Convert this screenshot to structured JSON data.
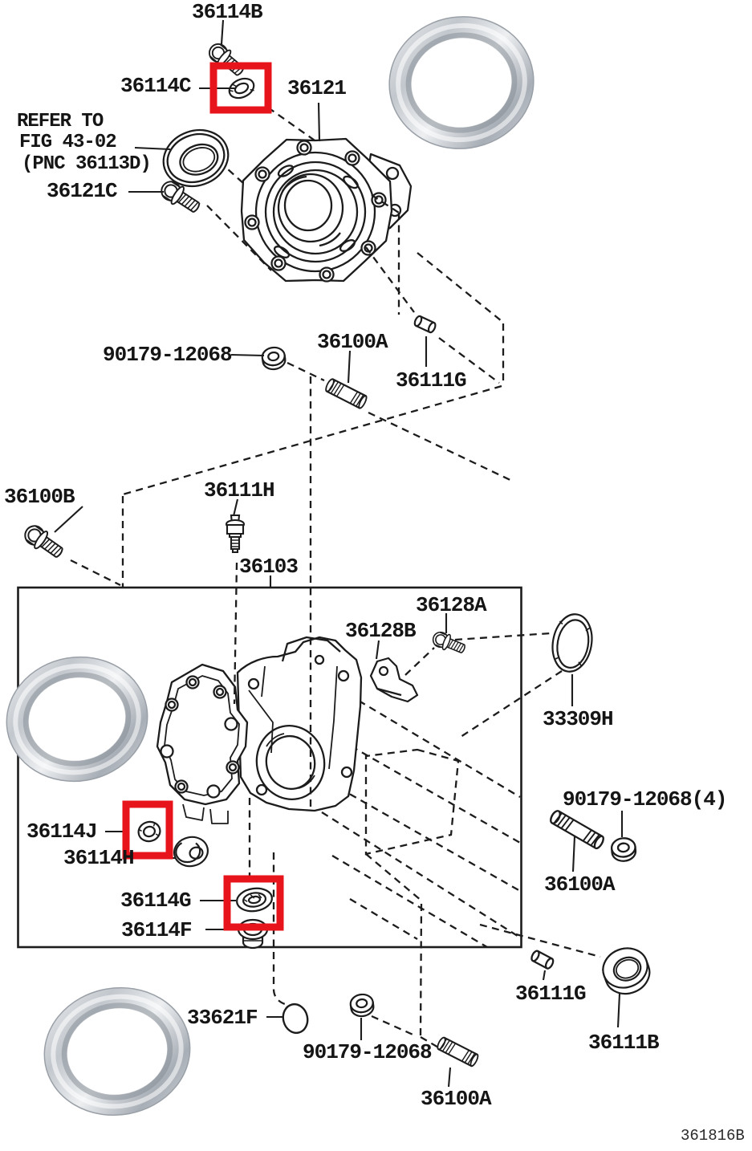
{
  "diagram": {
    "type": "exploded-parts-diagram",
    "footer": {
      "drawing_code": "361816B"
    },
    "note": {
      "lines": [
        "REFER TO",
        "FIG 43-02",
        "(PNC 36113D)"
      ]
    },
    "colors": {
      "highlight": "#e8141c",
      "line": "#1c1c1c",
      "background": "#ffffff"
    },
    "highlighted_parts": [
      "36114C",
      "36114J",
      "36114G"
    ],
    "labels": [
      {
        "id": "36114B",
        "text": "36114B"
      },
      {
        "id": "36114C",
        "text": "36114C"
      },
      {
        "id": "36121",
        "text": "36121"
      },
      {
        "id": "36121C",
        "text": "36121C"
      },
      {
        "id": "90179-12068-top",
        "text": "90179-12068"
      },
      {
        "id": "36100A-top",
        "text": "36100A"
      },
      {
        "id": "36111G-top",
        "text": "36111G"
      },
      {
        "id": "36100B",
        "text": "36100B"
      },
      {
        "id": "36111H",
        "text": "36111H"
      },
      {
        "id": "36103",
        "text": "36103"
      },
      {
        "id": "36128A",
        "text": "36128A"
      },
      {
        "id": "36128B",
        "text": "36128B"
      },
      {
        "id": "33309H",
        "text": "33309H"
      },
      {
        "id": "90179-12068-right",
        "text": "90179-12068(4)"
      },
      {
        "id": "36100A-right",
        "text": "36100A"
      },
      {
        "id": "36114J",
        "text": "36114J"
      },
      {
        "id": "36114H",
        "text": "36114H"
      },
      {
        "id": "36114G",
        "text": "36114G"
      },
      {
        "id": "36114F",
        "text": "36114F"
      },
      {
        "id": "33621F",
        "text": "33621F"
      },
      {
        "id": "90179-12068-bottom",
        "text": "90179-12068"
      },
      {
        "id": "36100A-bottom",
        "text": "36100A"
      },
      {
        "id": "36111G-bottom",
        "text": "36111G"
      },
      {
        "id": "36111B",
        "text": "36111B"
      }
    ]
  }
}
